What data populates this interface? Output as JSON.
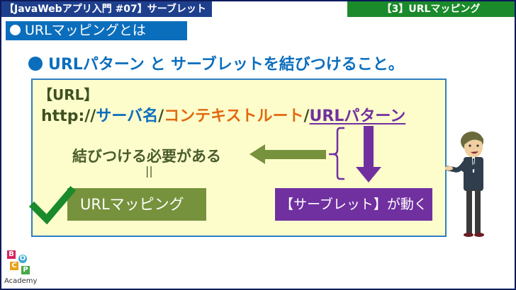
{
  "header": {
    "course_title": "【JavaWebアプリ入門 #07】サーブレット",
    "chapter": "【3】URLマッピング"
  },
  "section": {
    "title": "URLマッピングとは"
  },
  "bullet": {
    "text": "URLパターン と サーブレットを結びつけること。"
  },
  "diagram": {
    "url_label": "【URL】",
    "url_parts": {
      "scheme": "http://",
      "server": "サーバ名",
      "sep1": "/",
      "context_root": "コンテキストルート",
      "sep2": "/",
      "url_pattern": "URLパターン"
    },
    "need_text": "結びつける必要がある",
    "equal_sign": "||",
    "mapping_label": "URLマッピング",
    "servlet_label": "【サーブレット】が動く"
  },
  "logo": {
    "letters": [
      "B",
      "O",
      "C",
      "P"
    ],
    "name": "Academy"
  },
  "colors": {
    "header_blue": "#1e3f8c",
    "chapter_green": "#1a8a2a",
    "section_blue": "#0b6ebd",
    "box_fill": "#fdfdcc",
    "olive": "#76923c",
    "purple": "#7030a0",
    "orange": "#e06a10"
  }
}
